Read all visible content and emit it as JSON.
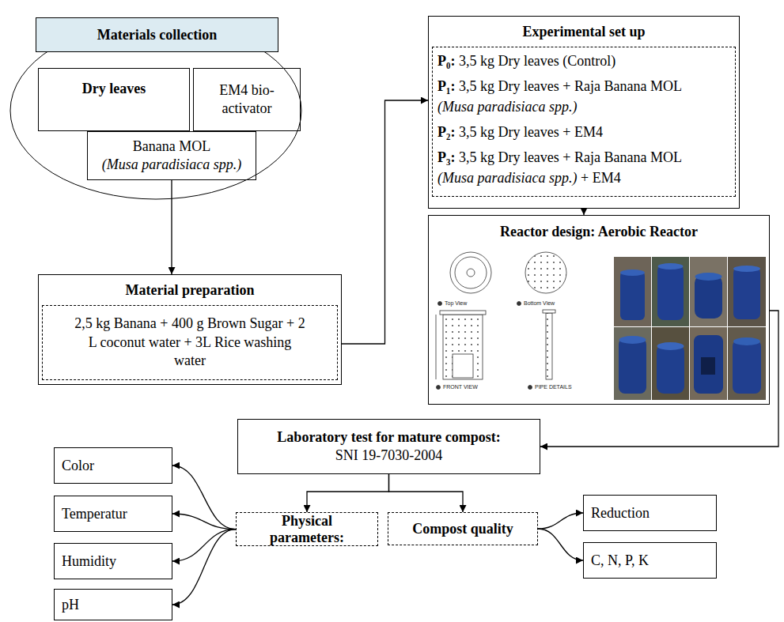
{
  "diagram": {
    "nodes": [
      {
        "text": [
          "Materials collection"
        ]
      },
      {
        "text": [
          "Dry leaves"
        ],
        "in": 0
      },
      {
        "text": [
          "EM4 bio-activator"
        ],
        "in": 0
      },
      {
        "text": [
          "Banana MOL",
          "(Musa paradisiaca spp.)"
        ],
        "in": 0
      },
      {
        "text": [
          "Material preparation",
          "2,5 kg Banana + 400 g Brown Sugar + 2 L coconut water + 3L Rice washing water"
        ]
      },
      {
        "text": [
          "Experimental set up",
          "P₀: 3,5 kg Dry leaves (Control)",
          "P₁: 3,5 kg Dry leaves + Raja Banana MOL (Musa paradisiaca spp.)",
          "P₂: 3,5 kg Dry leaves + EM4",
          "P₃: 3,5 kg Dry leaves + Raja Banana MOL (Musa paradisiaca spp.) + EM4"
        ]
      },
      {
        "text": [
          "Reactor design: Aerobic Reactor"
        ]
      },
      {
        "text": [
          "Laboratory test for mature compost: SNI 19-7030-2004"
        ]
      },
      {
        "text": [
          "Physical parameters:"
        ]
      },
      {
        "text": [
          "Compost quality"
        ]
      },
      {
        "text": [
          "Color"
        ]
      },
      {
        "text": [
          "Temperatur"
        ]
      },
      {
        "text": [
          "Humidity"
        ]
      },
      {
        "text": [
          "pH"
        ]
      },
      {
        "text": [
          "Reduction"
        ]
      },
      {
        "text": [
          "C, N, P, K"
        ]
      }
    ],
    "edges": [
      {
        "from": 3,
        "to": 4,
        "arrow": "to"
      },
      {
        "from": 4,
        "to": 5,
        "arrow": "to"
      },
      {
        "from": 5,
        "to": 6,
        "arrow": "to"
      },
      {
        "from": 6,
        "to": 7,
        "arrow": "to"
      },
      {
        "from": 7,
        "to": 8,
        "arrow": "to"
      },
      {
        "from": 7,
        "to": 9,
        "arrow": "to"
      },
      {
        "from": 8,
        "to": 10,
        "arrow": "to"
      },
      {
        "from": 8,
        "to": 11,
        "arrow": "to"
      },
      {
        "from": 8,
        "to": 12,
        "arrow": "to"
      },
      {
        "from": 8,
        "to": 13,
        "arrow": "to"
      },
      {
        "from": 9,
        "to": 14,
        "arrow": "to"
      },
      {
        "from": 9,
        "to": 15,
        "arrow": "to"
      }
    ],
    "labels": [
      "Top View",
      "Bottom View",
      "FRONT VIEW",
      "PIPE DETAILS"
    ]
  }
}
